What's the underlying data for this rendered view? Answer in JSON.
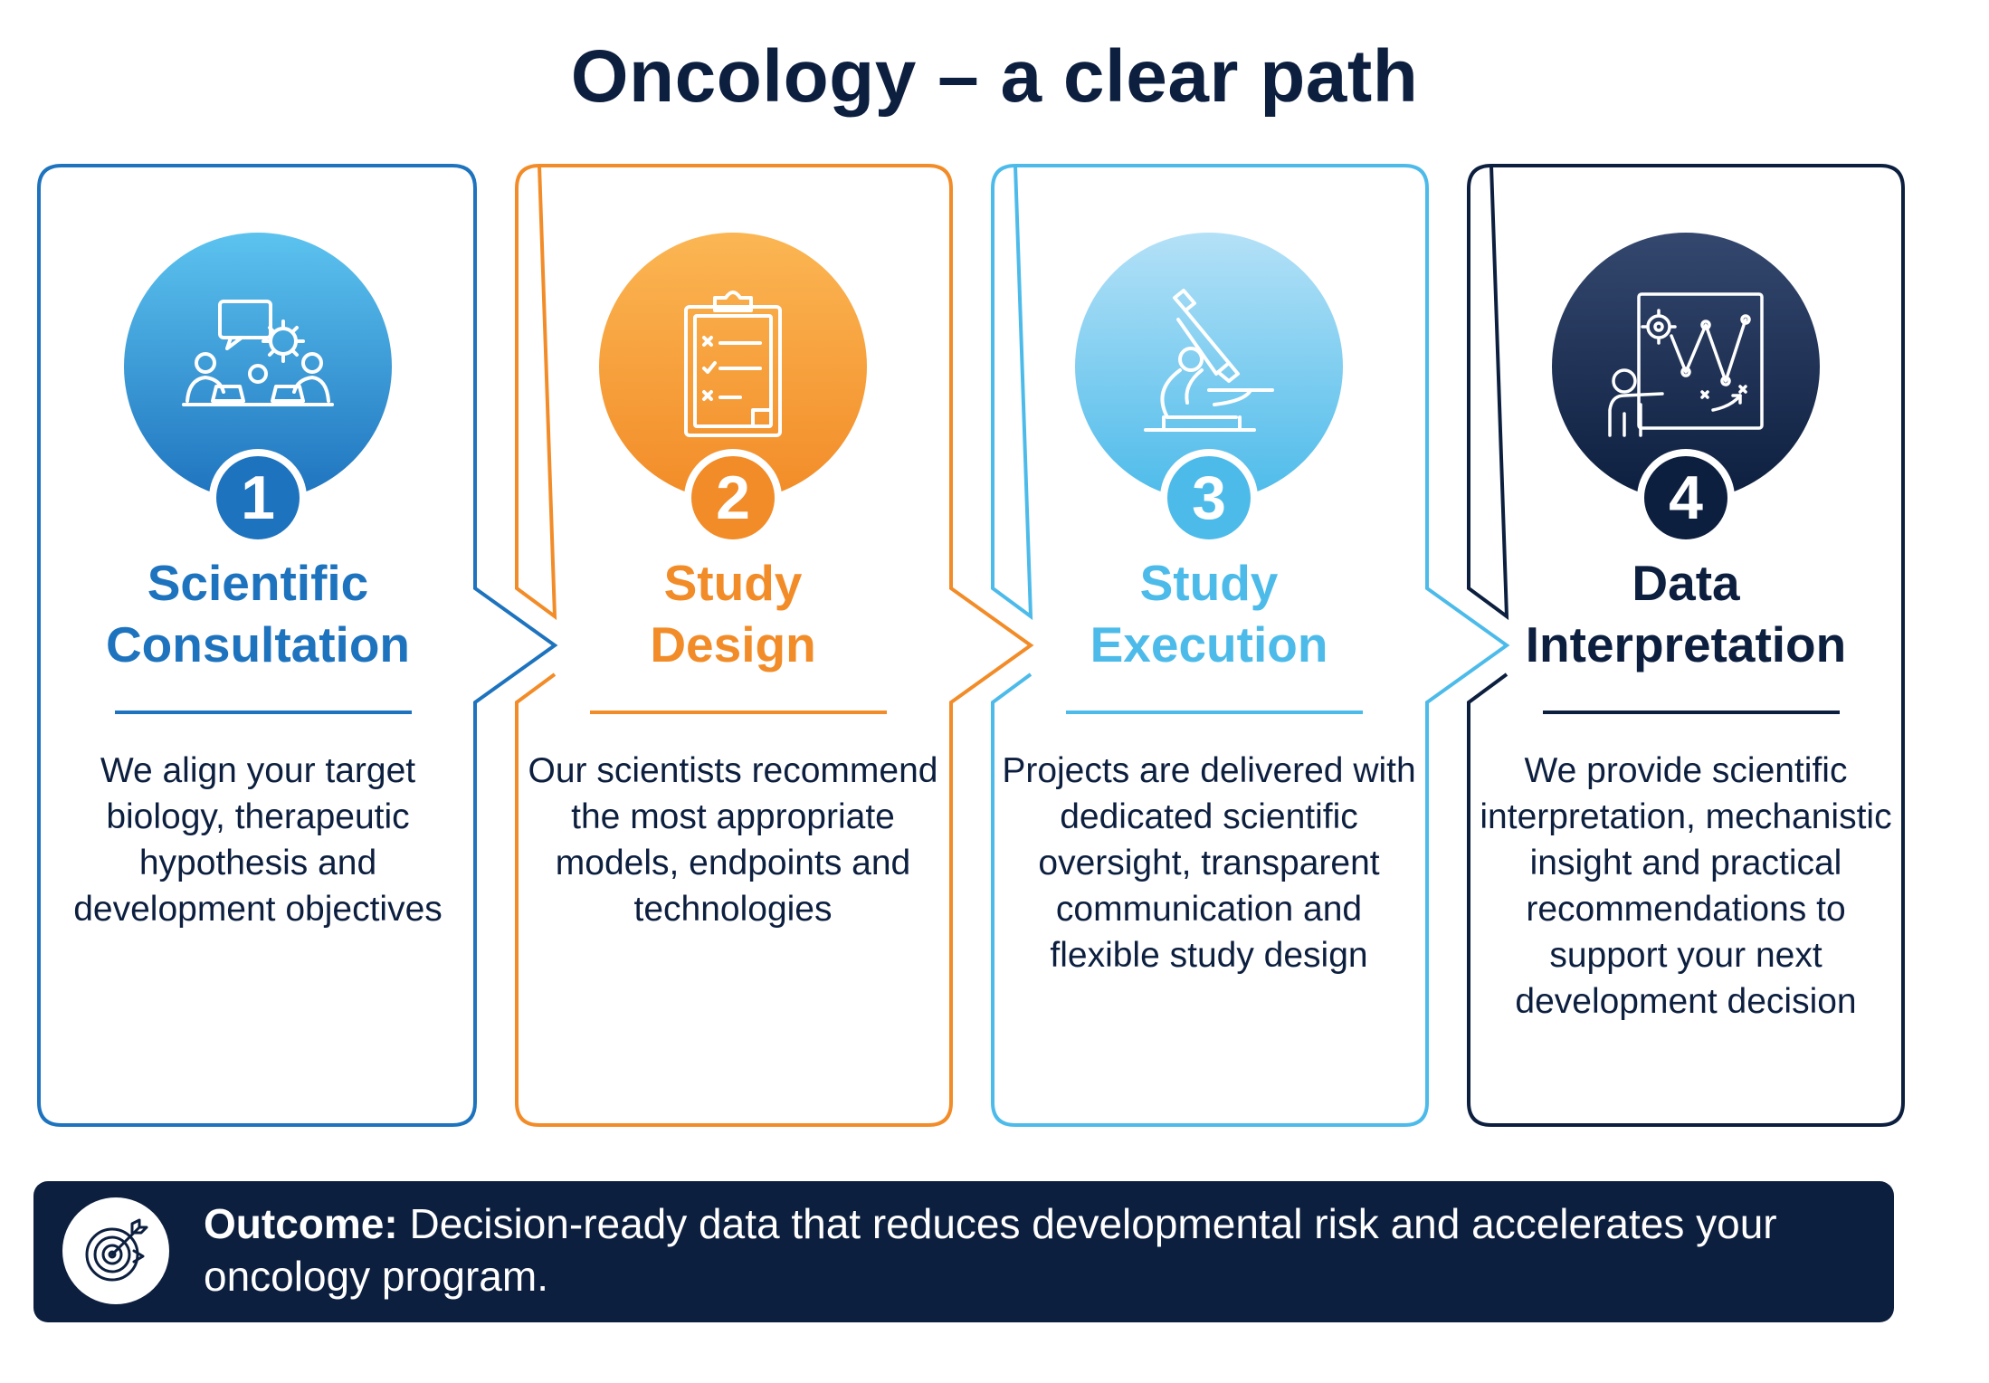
{
  "title": "Oncology – a clear path",
  "steps": [
    {
      "number": "1",
      "heading_line1": "Scientific",
      "heading_line2": "Consultation",
      "description": "We align your target biology, therapeutic hypothesis and development objectives",
      "color": "#1e73be",
      "icon": "team-meeting-icon"
    },
    {
      "number": "2",
      "heading_line1": "Study",
      "heading_line2": "Design",
      "description": "Our scientists recommend the most appropriate models, endpoints and technologies",
      "color": "#f28c28",
      "icon": "clipboard-checklist-icon"
    },
    {
      "number": "3",
      "heading_line1": "Study",
      "heading_line2": "Execution",
      "description": "Projects are delivered with dedicated scientific oversight, transparent communication and flexible study design",
      "color": "#4dbbea",
      "icon": "microscope-icon"
    },
    {
      "number": "4",
      "heading_line1": "Data",
      "heading_line2": "Interpretation",
      "description": "We provide scientific interpretation, mechanistic insight and practical recommendations to support your next development decision",
      "color": "#0d1f3f",
      "icon": "strategy-board-icon"
    }
  ],
  "outcome": {
    "label": "Outcome:",
    "text": "Decision-ready data that reduces developmental risk and accelerates your oncology program.",
    "icon": "target-icon",
    "background": "#0d1f3f"
  }
}
